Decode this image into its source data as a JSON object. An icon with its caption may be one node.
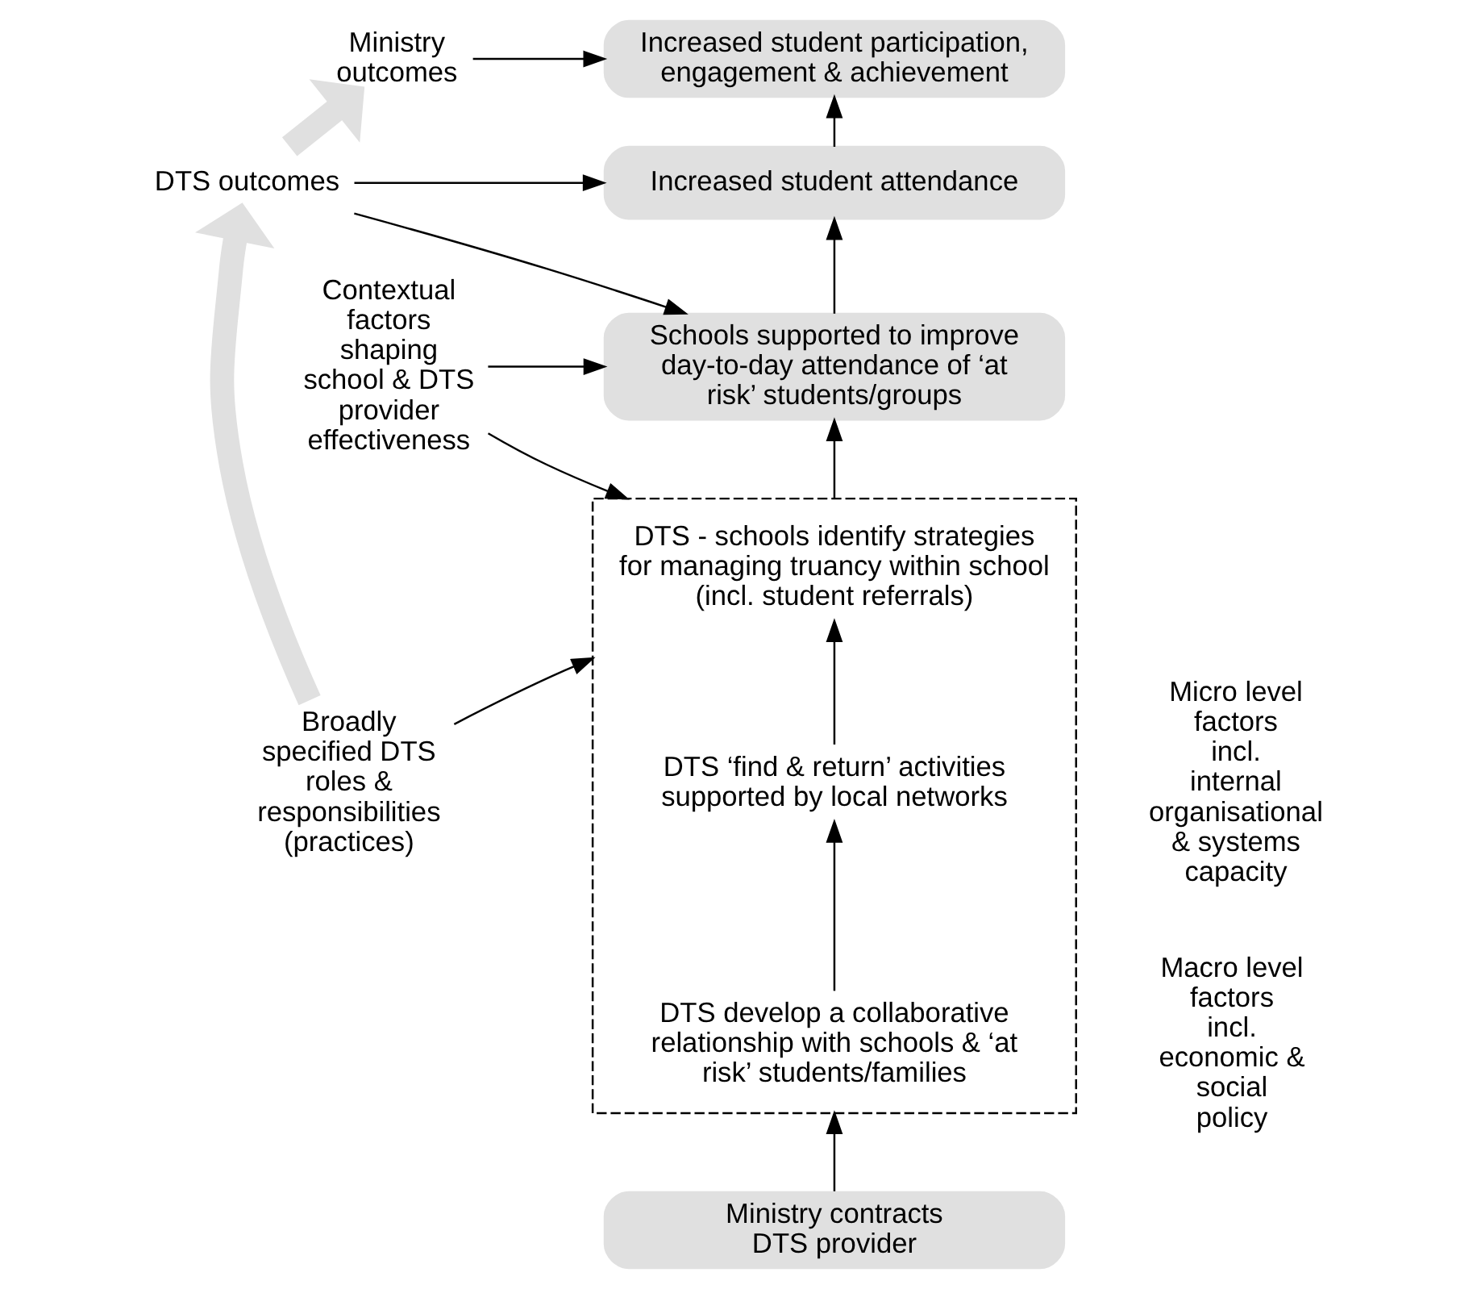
{
  "diagram": {
    "nodes": [
      {
        "text": [
          "Increased student participation, engagement & achievement"
        ]
      },
      {
        "text": [
          "Ministry outcomes"
        ]
      },
      {
        "text": [
          "Increased student attendance"
        ]
      },
      {
        "text": [
          "Contextual factors shaping school & DTS provider effectiveness"
        ]
      },
      {
        "text": [
          "DTS outcomes"
        ]
      },
      {
        "text": [
          "Schools supported to improve day-to-day attendance of ‘at risk’ students/groups"
        ]
      },
      {
        "text": [],
        "shape": "box"
      },
      {
        "text": [
          "DTS - schools identify strategies for managing truancy within school (incl. student referrals)"
        ],
        "in": 6
      },
      {
        "text": [
          "DTS ‘find & return’ activities supported by local networks"
        ],
        "in": 6
      },
      {
        "text": [
          "Broadly specified DTS roles & responsibilities (practices)"
        ]
      },
      {
        "text": [
          "DTS develop a collaborative relationship with schools & ‘at risk’ students/families"
        ],
        "in": 6
      },
      {
        "text": [
          "Ministry contracts DTS provider"
        ]
      }
    ],
    "edges": [
      {
        "from": 1,
        "to": 0,
        "arrow": "to"
      },
      {
        "from": 2,
        "to": 0,
        "arrow": "to"
      },
      {
        "from": 4,
        "to": 2,
        "arrow": "to"
      },
      {
        "from": 4,
        "to": 5,
        "arrow": "to"
      },
      {
        "from": 3,
        "to": 5,
        "arrow": "to"
      },
      {
        "from": 3,
        "to": 6,
        "arrow": "to"
      },
      {
        "from": 5,
        "to": 2,
        "arrow": "to"
      },
      {
        "from": 6,
        "to": 5,
        "arrow": "to"
      },
      {
        "from": 8,
        "to": 7,
        "arrow": "to"
      },
      {
        "from": 10,
        "to": 8,
        "arrow": "to"
      },
      {
        "from": 9,
        "to": 6,
        "arrow": "to"
      },
      {
        "from": 11,
        "to": 6,
        "arrow": "to"
      },
      {
        "from": 9,
        "to": 4,
        "arrow": "to",
        "style": "thick",
        "color": "#e0e0e0"
      },
      {
        "from": 4,
        "to": 1,
        "arrow": "to",
        "style": "thick",
        "color": "#e0e0e0"
      }
    ],
    "labels": [
      "Micro level factors incl. internal organisational & systems capacity",
      "Macro level factors incl. economic & social policy"
    ]
  }
}
